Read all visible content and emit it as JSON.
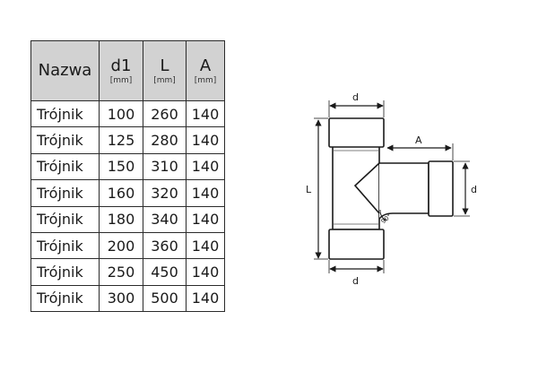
{
  "table": {
    "headers": [
      {
        "name": "Nazwa",
        "unit": ""
      },
      {
        "name": "d1",
        "unit": "[mm]"
      },
      {
        "name": "L",
        "unit": "[mm]"
      },
      {
        "name": "A",
        "unit": "[mm]"
      }
    ],
    "rows": [
      [
        "Trójnik",
        "100",
        "260",
        "140"
      ],
      [
        "Trójnik",
        "125",
        "280",
        "140"
      ],
      [
        "Trójnik",
        "150",
        "310",
        "140"
      ],
      [
        "Trójnik",
        "160",
        "320",
        "140"
      ],
      [
        "Trójnik",
        "180",
        "340",
        "140"
      ],
      [
        "Trójnik",
        "200",
        "360",
        "140"
      ],
      [
        "Trójnik",
        "250",
        "450",
        "140"
      ],
      [
        "Trójnik",
        "300",
        "500",
        "140"
      ]
    ]
  },
  "diagram": {
    "label_d_top": "d",
    "label_d_right": "d",
    "label_d_bottom": "d",
    "label_L": "L",
    "label_A": "A",
    "label_angle": "90°"
  },
  "colors": {
    "header_bg": "#d2d2d2",
    "line": "#1a1a1a"
  }
}
